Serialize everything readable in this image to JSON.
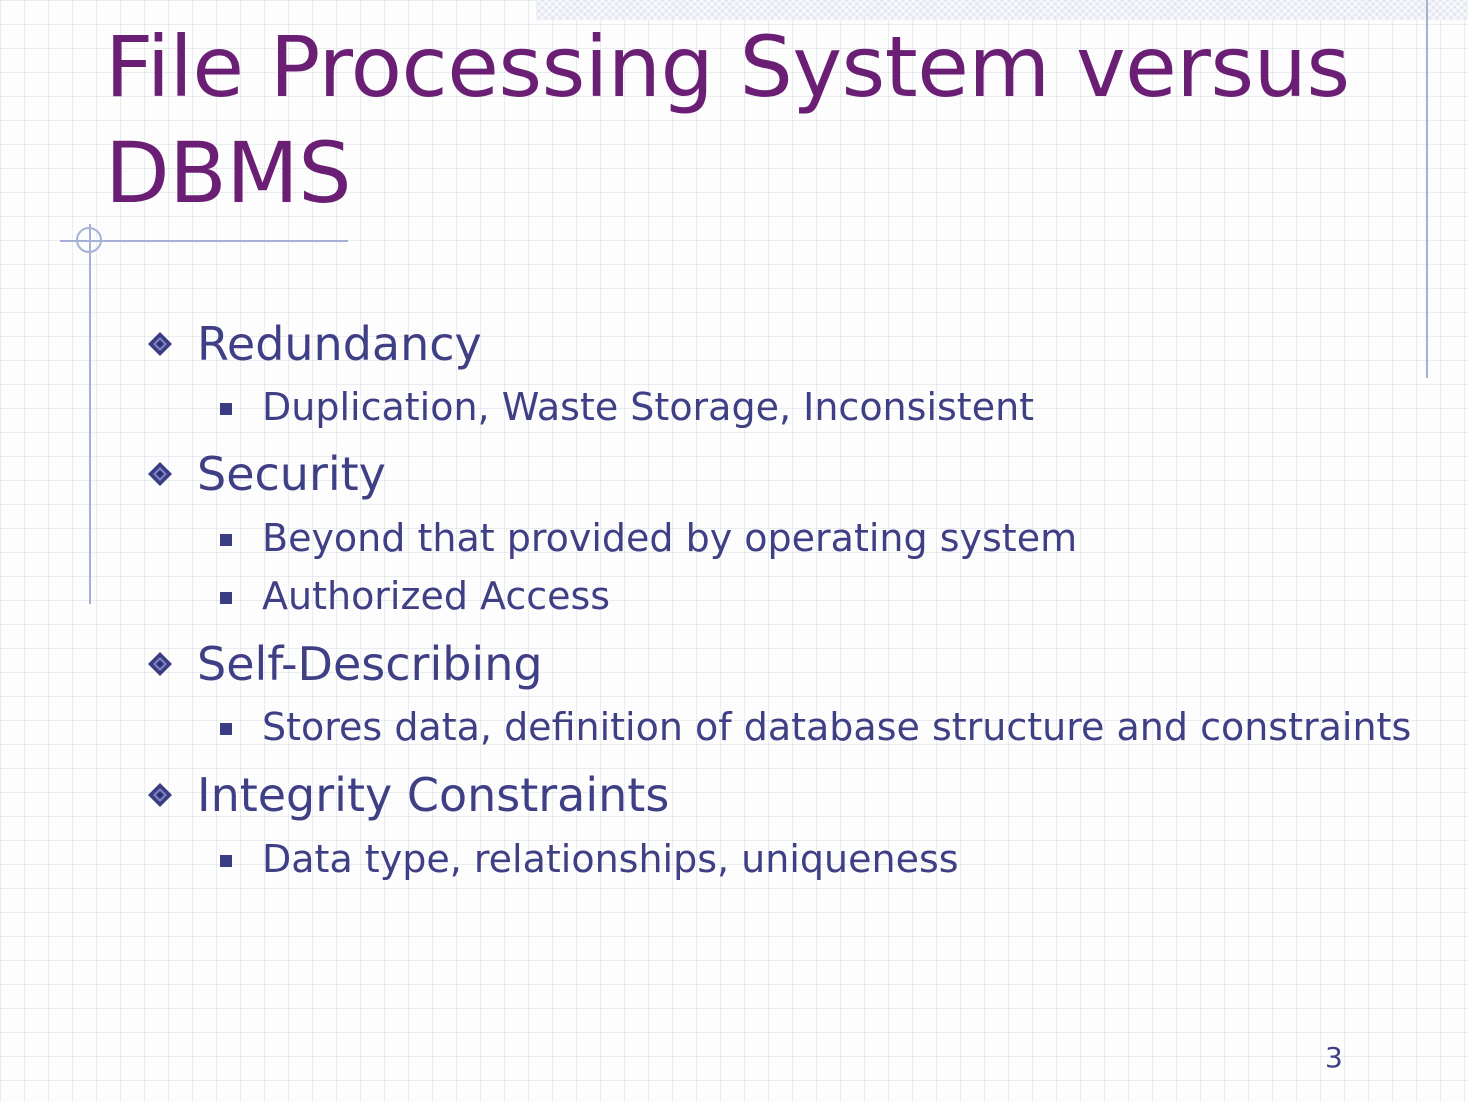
{
  "slide": {
    "title": "File Processing System versus DBMS",
    "page_number": "3",
    "colors": {
      "title": "#6a1f75",
      "body_text": "#3f3f85",
      "accent_rules": "#a7b0d6",
      "bullet": "#3a3c84"
    },
    "bullets": [
      {
        "label": "Redundancy",
        "icon": "diamond-bullet-icon",
        "subitems": [
          "Duplication, Waste Storage, Inconsistent"
        ]
      },
      {
        "label": "Security",
        "icon": "diamond-bullet-icon",
        "subitems": [
          "Beyond that provided by operating system",
          "Authorized Access"
        ]
      },
      {
        "label": "Self-Describing",
        "icon": "diamond-bullet-icon",
        "subitems": [
          "Stores data, definition of database structure and constraints"
        ]
      },
      {
        "label": "Integrity Constraints",
        "icon": "diamond-bullet-icon",
        "subitems": [
          "Data type, relationships, uniqueness"
        ]
      }
    ]
  }
}
